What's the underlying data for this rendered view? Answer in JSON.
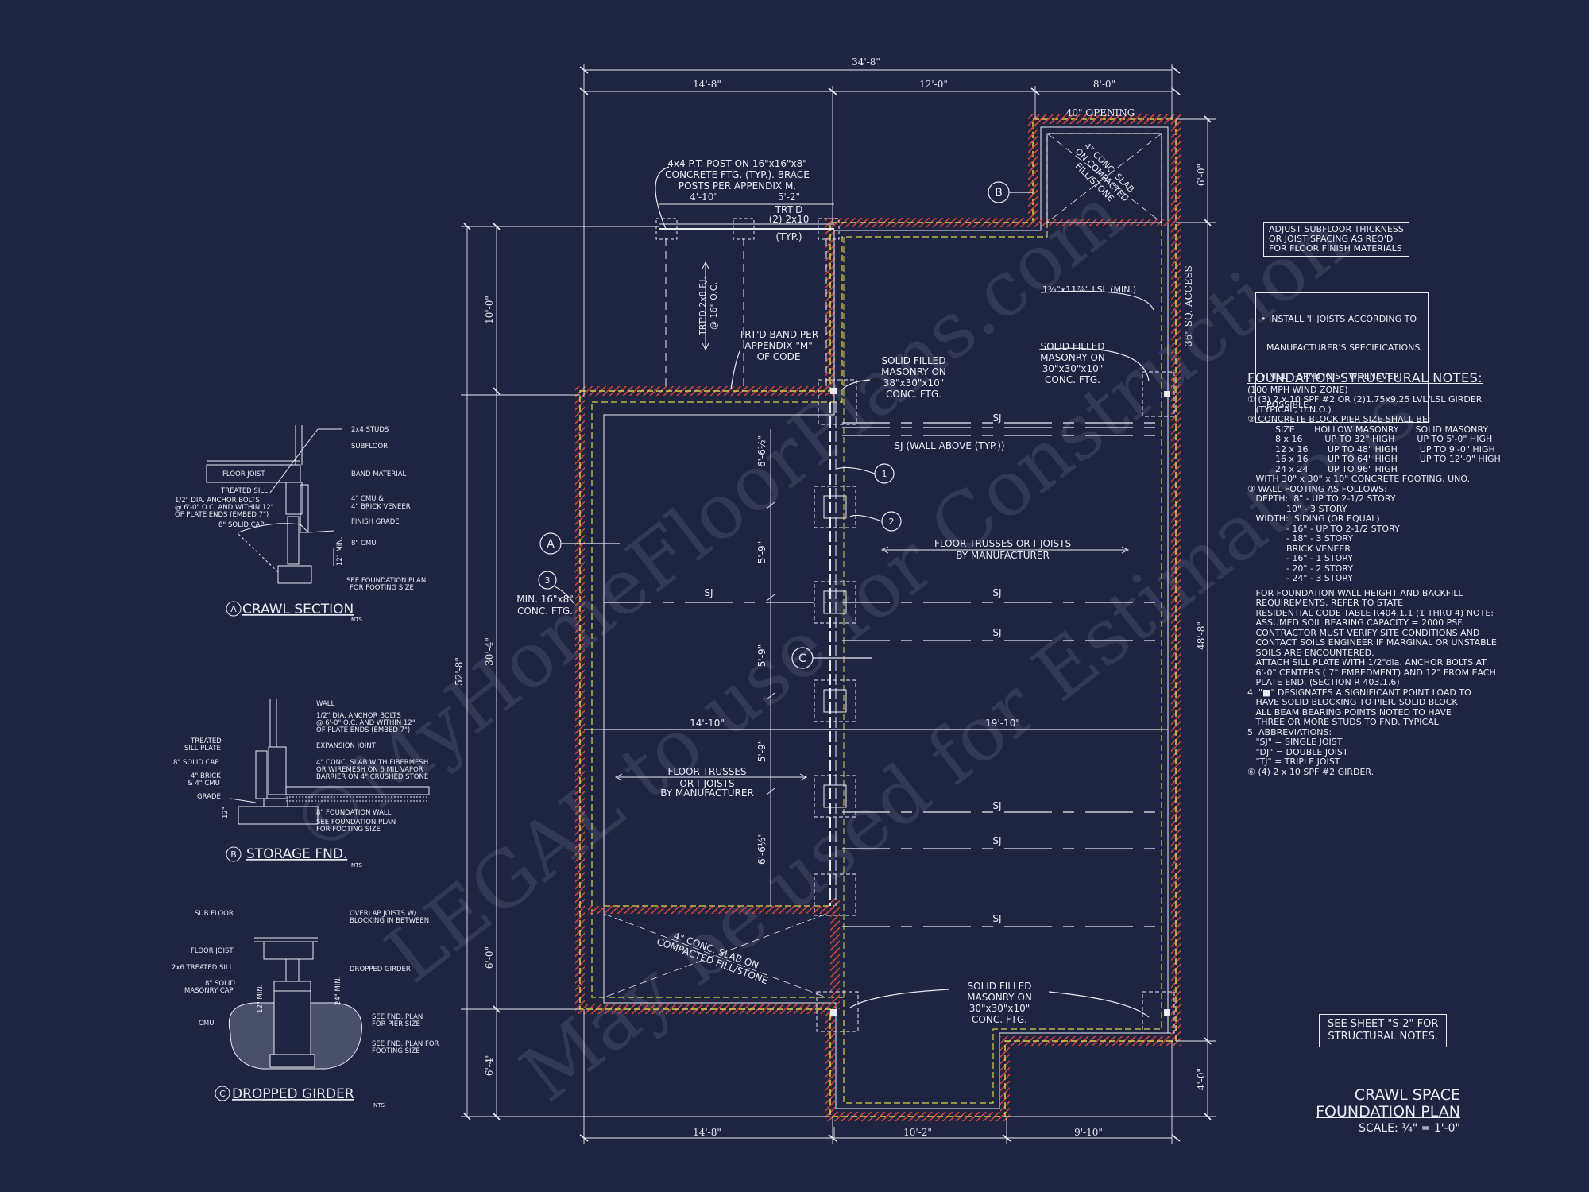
{
  "watermark": [
    "©MyHomeFloorPlans.com",
    "LEGAL to use for Construction",
    "May be used for Estimations"
  ],
  "dims_top": {
    "overall": "34'-8\"",
    "seg1": "14'-8\"",
    "seg2": "12'-0\"",
    "seg3": "8'-0\"",
    "opening": "40\" OPENING",
    "sub1": "4'-10\"",
    "sub2": "5'-2\""
  },
  "dims_bottom": {
    "seg1": "14'-8\"",
    "seg2": "10'-2\"",
    "seg3": "9'-10\""
  },
  "dims_left": {
    "overall": "52'-8\"",
    "seg1": "10'-0\"",
    "seg2": "30'-4\"",
    "seg3": "6'-0\"",
    "seg4": "6'-4\""
  },
  "dims_right": {
    "seg1": "6'-0\"",
    "access": "36\" SQ. ACCESS",
    "seg2": "48'-8\"",
    "seg3": "4'-0\""
  },
  "dims_inner": {
    "left_span": "14'-10\"",
    "right_span": "19'-10\"",
    "v1": "6'-6½\"",
    "v2": "5'-9\"",
    "v3": "5'-9\"",
    "v4": "5'-9\"",
    "v5": "6'-6½\""
  },
  "plan_labels": {
    "post": [
      "4x4 P.T. POST ON 16\"x16\"x8\"",
      "CONCRETE FTG. (TYP.). BRACE",
      "POSTS PER APPENDIX M."
    ],
    "trtd": [
      "TRT'D",
      "(2) 2x10",
      "(TYP.)"
    ],
    "deck_joist": [
      "TRT'D 2x8 F.J.",
      "@ 16\" O.C."
    ],
    "band": [
      "TRT'D BAND PER",
      "APPENDIX \"M\"",
      "OF CODE"
    ],
    "solid1": [
      "SOLID FILLED",
      "MASONRY ON",
      "38\"x30\"x10\"",
      "CONC. FTG."
    ],
    "solid2": [
      "SOLID FILLED",
      "MASONRY ON",
      "30\"x30\"x10\"",
      "CONC. FTG."
    ],
    "solid3": [
      "SOLID FILLED",
      "MASONRY ON",
      "30\"x30\"x10\"",
      "CONC. FTG."
    ],
    "lsl": "1¾\"x11⅞\" LSL (MIN.)",
    "slab_top": [
      "4\" CONC. SLAB",
      "ON COMPACTED",
      "FILL/STONE"
    ],
    "slab_bottom": [
      "4\" CONC. SLAB ON",
      "COMPACTED FILL/STONE"
    ],
    "sj": "SJ",
    "sj_wall": "SJ (WALL ABOVE (TYP.))",
    "trusses_right": [
      "FLOOR TRUSSES OR I-JOISTS",
      "BY MANUFACTURER"
    ],
    "trusses_left": [
      "FLOOR TRUSSES",
      "OR I-JOISTS",
      "BY MANUFACTURER"
    ],
    "min_ftg": [
      "MIN. 16\"x8\"",
      "CONC. FTG."
    ],
    "tag_a": "A",
    "tag_b": "B",
    "tag_c": "C",
    "n1": "1",
    "n2": "2",
    "n3": "3"
  },
  "detail_a": {
    "title": "CRAWL SECTION",
    "tag": "A",
    "nts": "NTS",
    "labels": [
      "2x4 STUDS",
      "SUBFLOOR",
      "BAND MATERIAL",
      "4\" CMU &",
      "4\" BRICK VENEER",
      "FINISH GRADE",
      "8\" CMU",
      "SEE FOUNDATION PLAN",
      "FOR FOOTING SIZE",
      "FLOOR JOIST",
      "TREATED SILL",
      "1/2\" DIA. ANCHOR BOLTS",
      "@ 6'-0\" O.C. AND WITHIN 12\"",
      "OF PLATE ENDS (EMBED 7\")",
      "8\" SOLID CAP",
      "12\" MIN."
    ]
  },
  "detail_b": {
    "title": "STORAGE FND.",
    "tag": "B",
    "nts": "NTS",
    "labels": [
      "WALL",
      "1/2\" DIA. ANCHOR BOLTS",
      "@ 6'-0\" O.C. AND WITHIN 12\"",
      "OF PLATE ENDS (EMBED 7\")",
      "EXPANSION JOINT",
      "4\" CONC. SLAB WITH FIBERMESH",
      "OR WIREMESH ON 6 MIL VAPOR",
      "BARRIER ON 4\" CRUSHED STONE",
      "8\" FOUNDATION WALL",
      "SEE FOUNDATION PLAN",
      "FOR FOOTING SIZE",
      "TREATED",
      "SILL PLATE",
      "8\" SOLID CAP",
      "4\" BRICK",
      "& 4\" CMU",
      "GRADE",
      "12\""
    ]
  },
  "detail_c": {
    "title": "DROPPED GIRDER",
    "tag": "C",
    "nts": "NTS",
    "labels": [
      "SUB FLOOR",
      "OVERLAP JOISTS W/",
      "BLOCKING IN BETWEEN",
      "FLOOR JOIST",
      "2x6 TREATED SILL",
      "DROPPED GIRDER",
      "8\" SOLID",
      "MASONRY CAP",
      "CMU",
      "SEE FND. PLAN",
      "FOR PIER SIZE",
      "SEE FND. PLAN FOR",
      "FOOTING SIZE",
      "12\" MIN.",
      "24\" MIN."
    ]
  },
  "box_subfloor": [
    "ADJUST SUBFLOOR THICKNESS",
    "OR JOIST SPACING AS REQ'D",
    "FOR FLOOR FINISH MATERIALS"
  ],
  "box_ijoist": [
    "• INSTALL 'I' JOISTS ACCORDING TO",
    "  MANUFACTURER'S SPECIFICATIONS.",
    "• MULTI-SPAN JOIST WHENEVER",
    "  POSSIBLE."
  ],
  "notes": {
    "heading": "FOUNDATION STRUCTURAL NOTES:",
    "lines": [
      "(100 MPH WIND ZONE)",
      "① (3) 2 x 10 SPF #2 OR (2)1.75x9.25 LVL/LSL GIRDER",
      "   (TYPICAL, U.N.O.)",
      "② CONCRETE BLOCK PIER SIZE SHALL BE:",
      "          SIZE       HOLLOW MASONRY      SOLID MASONRY",
      "          8 x 16        UP TO 32\" HIGH        UP TO 5'-0\" HIGH",
      "          12 x 16       UP TO 48\" HIGH        UP TO 9'-0\" HIGH",
      "          16 x 16       UP TO 64\" HIGH        UP TO 12'-0\" HIGH",
      "          24 x 24       UP TO 96\" HIGH",
      "   WITH 30\" x 30\" x 10\" CONCRETE FOOTING, UNO.",
      "③ WALL FOOTING AS FOLLOWS:",
      "   DEPTH:  8\" - UP TO 2-1/2 STORY",
      "              10\" - 3 STORY",
      "   WIDTH:  SIDING (OR EQUAL)",
      "              - 16\" - UP TO 2-1/2 STORY",
      "              - 18\" - 3 STORY",
      "              BRICK VENEER",
      "              - 16\" - 1 STORY",
      "              - 20\" - 2 STORY",
      "              - 24\" - 3 STORY",
      "",
      "   FOR FOUNDATION WALL HEIGHT AND BACKFILL",
      "   REQUIREMENTS, REFER TO STATE",
      "   RESIDENTIAL CODE TABLE R404.1.1 (1 THRU 4) NOTE:",
      "   ASSUMED SOIL BEARING CAPACITY = 2000 PSF.",
      "   CONTRACTOR MUST VERIFY SITE CONDITIONS AND",
      "   CONTACT SOILS ENGINEER IF MARGINAL OR UNSTABLE",
      "   SOILS ARE ENCOUNTERED.",
      "   ATTACH SILL PLATE WITH 1/2\"dia. ANCHOR BOLTS AT",
      "   6'-0\" CENTERS ( 7\" EMBEDMENT) AND 12\" FROM EACH",
      "   PLATE END. (SECTION R 403.1.6)",
      "4  \"■\" DESIGNATES A SIGNIFICANT POINT LOAD TO",
      "   HAVE SOLID BLOCKING TO PIER. SOLID BLOCK",
      "   ALL BEAM BEARING POINTS NOTED TO HAVE",
      "   THREE OR MORE STUDS TO FND. TYPICAL.",
      "5  ABBREVIATIONS:",
      "   \"SJ\" = SINGLE JOIST",
      "   \"DJ\" = DOUBLE JOIST",
      "   \"TJ\" = TRIPLE JOIST",
      "⑥ (4) 2 x 10 SPF #2 GIRDER."
    ]
  },
  "box_s2": [
    "SEE SHEET \"S-2\" FOR",
    "STRUCTURAL NOTES."
  ],
  "title_block": {
    "line1": "CRAWL SPACE",
    "line2": "FOUNDATION PLAN",
    "scale": "SCALE: ¼\" = 1'-0\""
  },
  "colors": {
    "background": "#1f2541",
    "line": "#e9ecf5",
    "wall_red": "#d8453a",
    "wall_yellow": "#d9d44a"
  }
}
